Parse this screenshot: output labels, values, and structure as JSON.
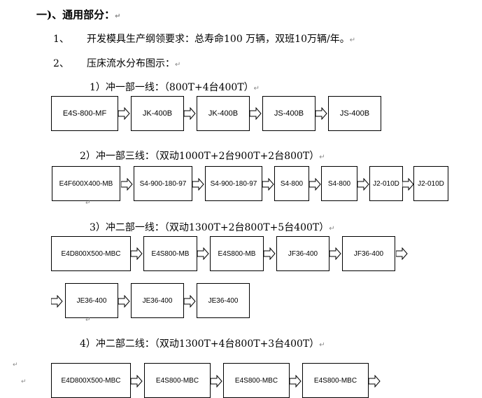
{
  "section_title": "一)、通用部分：",
  "items": [
    {
      "num": "1、",
      "text": "开发模具生产纲领要求：总寿命100 万辆，双班10万辆/年。"
    },
    {
      "num": "2、",
      "text": "压床流水分布图示："
    }
  ],
  "line_titles": [
    "1）冲一部一线：（800T+4台400T）",
    "2）冲一部三线：（双动1000T+2台900T+2台800T）",
    "3）冲二部一线：（双动1300T+2台800T+5台400T）",
    "4）冲二部二线：（双动1300T+4台800T+3台400T）"
  ],
  "line1": [
    "E4S-800-MF",
    "JK-400B",
    "JK-400B",
    "JS-400B",
    "JS-400B"
  ],
  "line2": [
    "E4F600X400-MB",
    "S4-900-180-97",
    "S4-900-180-97",
    "S4-800",
    "S4-800",
    "J2-010D",
    "J2-010D"
  ],
  "line3a": [
    "E4D800X500-MBC",
    "E4S800-MB",
    "E4S800-MB",
    "JF36-400",
    "JF36-400"
  ],
  "line3b": [
    "JE36-400",
    "JE36-400",
    "JE36-400"
  ],
  "line4": [
    "E4D800X500-MBC",
    "E4S800-MBC",
    "E4S800-MBC",
    "E4S800-MBC"
  ],
  "paragraph_mark": "↵"
}
